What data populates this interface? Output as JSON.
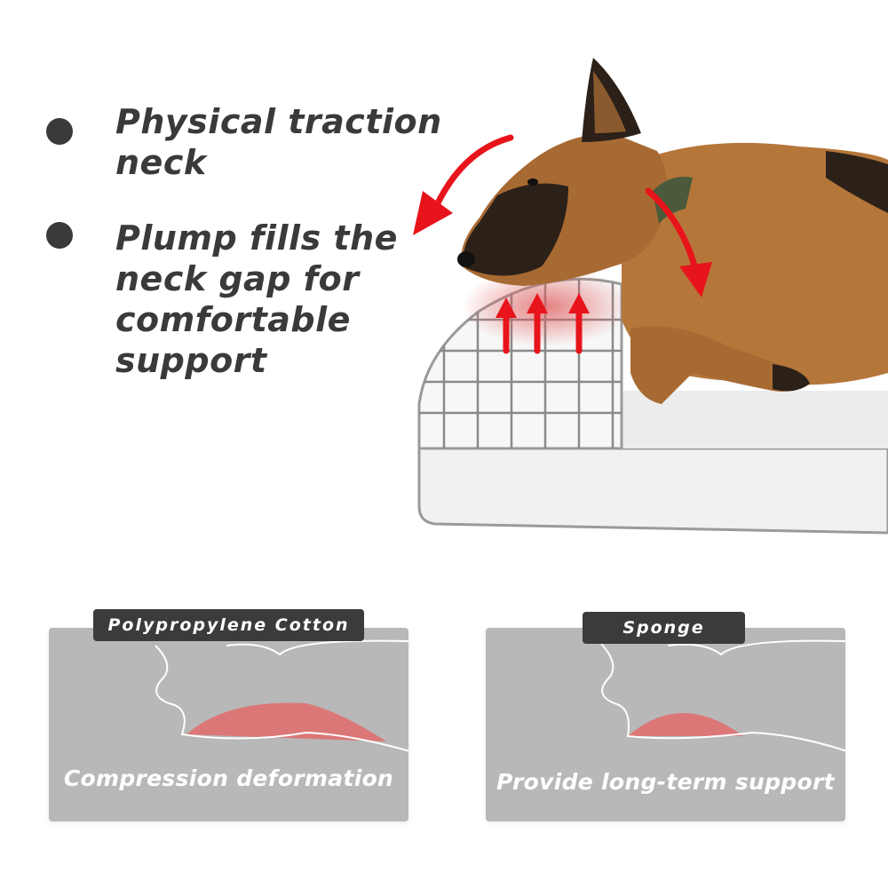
{
  "features": [
    {
      "text": "Physical traction neck"
    },
    {
      "text": "Plump fills the neck gap for comfortable support"
    }
  ],
  "comparison": [
    {
      "label": "Polypropylene Cotton",
      "caption": "Compression deformation"
    },
    {
      "label": "Sponge",
      "caption": "Provide long-term support"
    }
  ],
  "colors": {
    "text": "#3a3a3a",
    "arrow": "#e8141b",
    "pressure": "#e07070",
    "card": "#b8b8b8",
    "label_bg": "#3b3b3b",
    "dog_fur": "#b5763a",
    "dog_dark": "#2b2119"
  },
  "icons": {
    "bullet": "filled-circle",
    "illustration": "dog-on-bolster-bed",
    "force_arrows": "red-curved-arrows"
  }
}
